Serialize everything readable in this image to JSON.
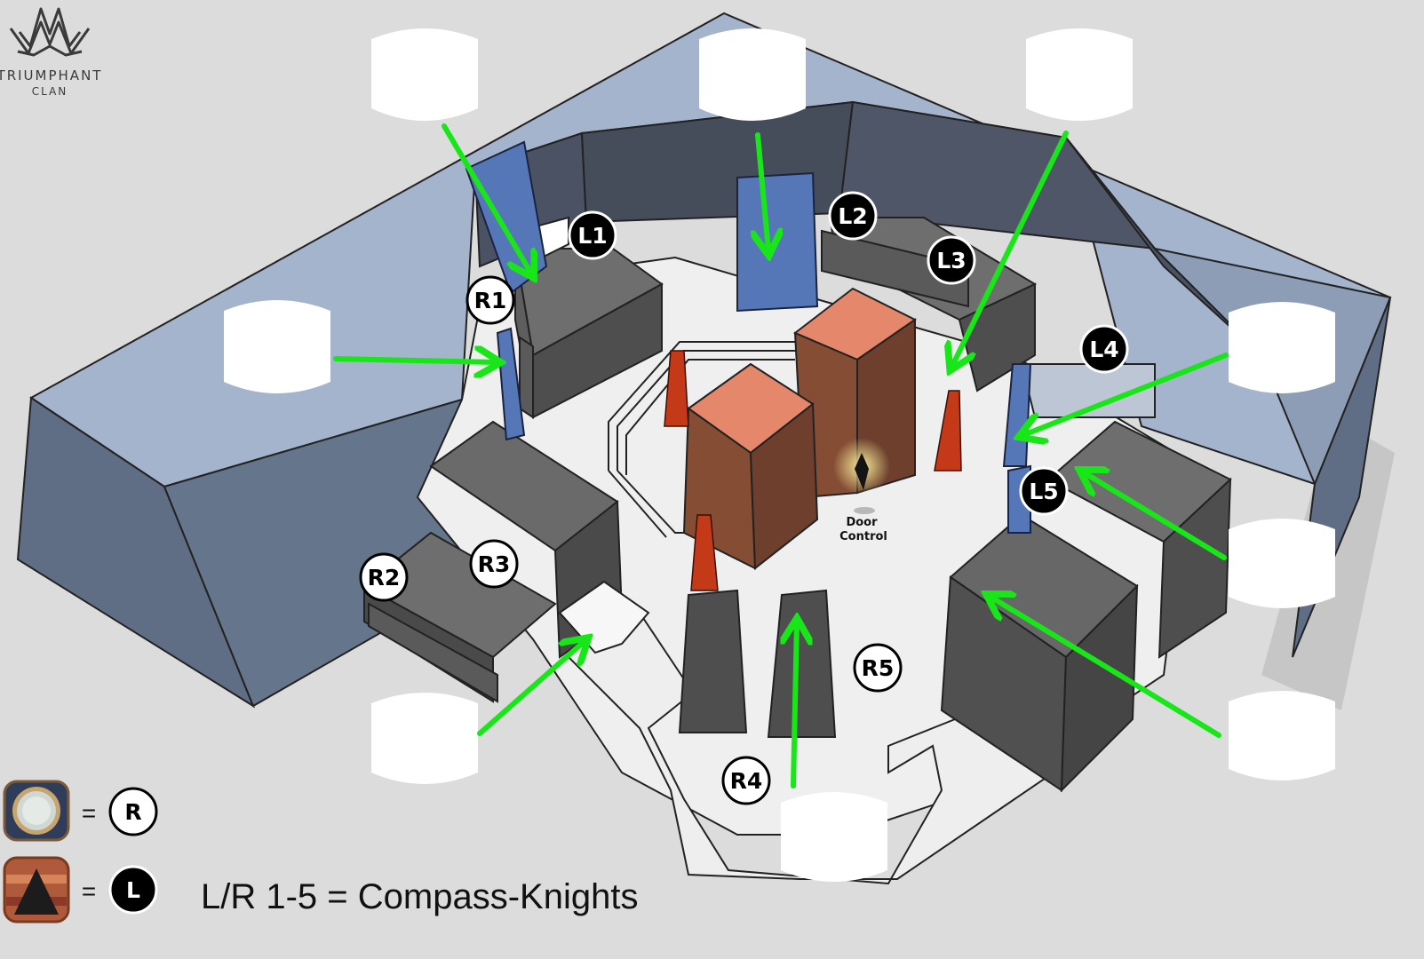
{
  "logo": {
    "name": "TRIUMPHANT",
    "sub": "CLAN"
  },
  "markers_left": [
    {
      "id": "L1",
      "label": "L1"
    },
    {
      "id": "L2",
      "label": "L2"
    },
    {
      "id": "L3",
      "label": "L3"
    },
    {
      "id": "L4",
      "label": "L4"
    },
    {
      "id": "L5",
      "label": "L5"
    }
  ],
  "markers_right": [
    {
      "id": "R1",
      "label": "R1"
    },
    {
      "id": "R2",
      "label": "R2"
    },
    {
      "id": "R3",
      "label": "R3"
    },
    {
      "id": "R4",
      "label": "R4"
    },
    {
      "id": "R5",
      "label": "R5"
    }
  ],
  "door_control": {
    "line1": "Door",
    "line2": "Control"
  },
  "legend": {
    "r_symbol": "R",
    "l_symbol": "L",
    "equals": "=",
    "caption": "L/R 1-5 = Compass-Knights"
  },
  "colors": {
    "background": "#dcdcdc",
    "wall_top": "#a3b4cc",
    "wall_side": "#5f6e85",
    "floor": "#efefef",
    "arrow": "#19e619",
    "pillar_light": "#e5876a",
    "pillar_dark": "#6d3f2c",
    "pylon": "#c43a18",
    "door_blue": "#5677b7"
  }
}
